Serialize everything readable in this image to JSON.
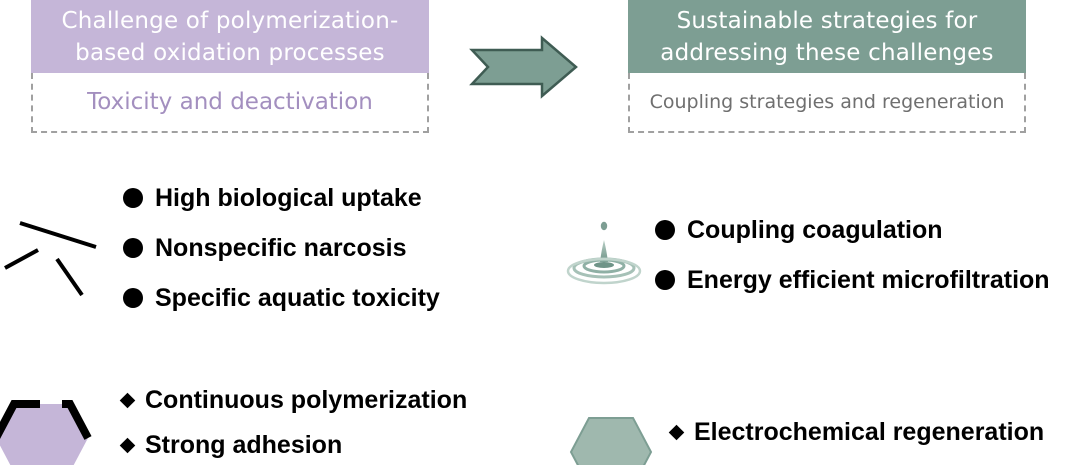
{
  "challenge": {
    "title_line1": "Challenge of polymerization-",
    "title_line2": "based oxidation processes",
    "subtitle": "Toxicity and deactivation"
  },
  "strategies": {
    "title_line1": "Sustainable strategies for",
    "title_line2": "addressing these challenges",
    "subtitle": "Coupling strategies and regeneration"
  },
  "toxicity_items": [
    "High biological uptake",
    "Nonspecific narcosis",
    "Specific aquatic toxicity"
  ],
  "coupling_items": [
    "Coupling coagulation",
    "Energy efficient microfiltration"
  ],
  "deactivation_items": [
    "Continuous polymerization",
    "Strong adhesion"
  ],
  "regeneration_items": [
    "Electrochemical regeneration"
  ],
  "icons": {
    "arrow": "right-arrow-icon",
    "fragments": "polymer-fragments-icon",
    "droplet": "water-droplet-icon",
    "fouled_catalyst": "fouled-hexagon-icon",
    "clean_catalyst": "clean-hexagon-icon"
  },
  "colors": {
    "challenge_header": "#c5b6d8",
    "challenge_text": "#a38fbf",
    "strategies_header": "#7d9e93",
    "arrow_fill": "#7d9e93",
    "arrow_stroke": "#3f5c53",
    "hexagon_purple": "#c5b6d8",
    "hexagon_green": "#9fb8ae"
  }
}
